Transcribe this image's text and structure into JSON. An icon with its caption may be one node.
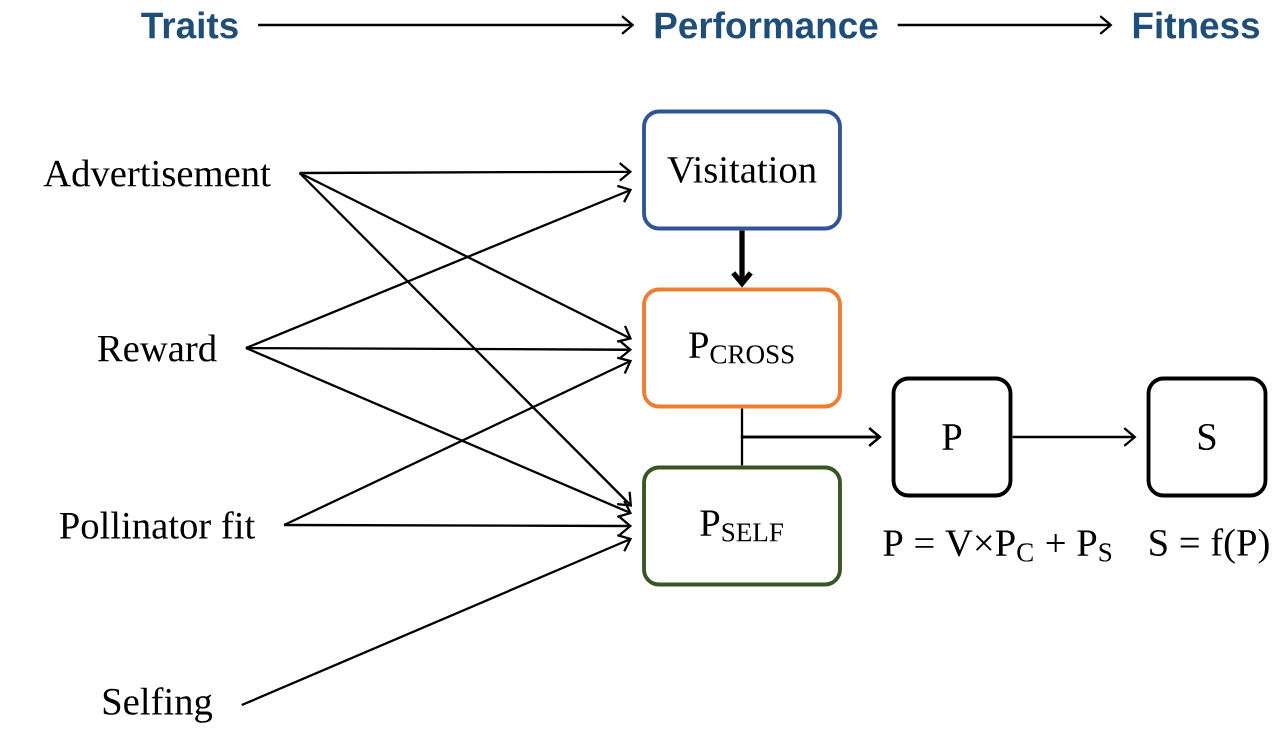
{
  "diagram": {
    "nodes": [
      {
        "text": [
          "Traits"
        ]
      },
      {
        "text": [
          "Performance"
        ]
      },
      {
        "text": [
          "Fitness"
        ]
      },
      {
        "text": [
          "Advertisement"
        ]
      },
      {
        "text": [
          "Reward"
        ]
      },
      {
        "text": [
          "Pollinator fit"
        ]
      },
      {
        "text": [
          "Selfing"
        ]
      },
      {
        "text": [
          "Visitation"
        ]
      },
      {
        "text": [
          "P$_{CROSS}$"
        ]
      },
      {
        "text": [
          "P$_{SELF}$"
        ]
      },
      {
        "text": [
          "P"
        ]
      },
      {
        "text": [
          "S"
        ]
      }
    ],
    "labels": [
      "P = V×P$_{C}$ + P$_{S}$",
      "S = f(P)"
    ],
    "edges": [
      {
        "from": 0,
        "to": 1,
        "arrow": "to"
      },
      {
        "from": 1,
        "to": 2,
        "arrow": "to"
      },
      {
        "from": 3,
        "to": 7,
        "arrow": "to"
      },
      {
        "from": 3,
        "to": 8,
        "arrow": "to"
      },
      {
        "from": 3,
        "to": 9,
        "arrow": "to"
      },
      {
        "from": 4,
        "to": 7,
        "arrow": "to"
      },
      {
        "from": 4,
        "to": 8,
        "arrow": "to"
      },
      {
        "from": 4,
        "to": 9,
        "arrow": "to"
      },
      {
        "from": 5,
        "to": 8,
        "arrow": "to"
      },
      {
        "from": 5,
        "to": 9,
        "arrow": "to"
      },
      {
        "from": 6,
        "to": 9,
        "arrow": "to"
      },
      {
        "from": 7,
        "to": 8,
        "arrow": "to",
        "style": "thick"
      },
      {
        "from": 8,
        "to": 10,
        "arrow": "to"
      },
      {
        "from": 9,
        "to": 10,
        "arrow": "to"
      },
      {
        "from": 10,
        "to": 11,
        "arrow": "to"
      }
    ]
  }
}
